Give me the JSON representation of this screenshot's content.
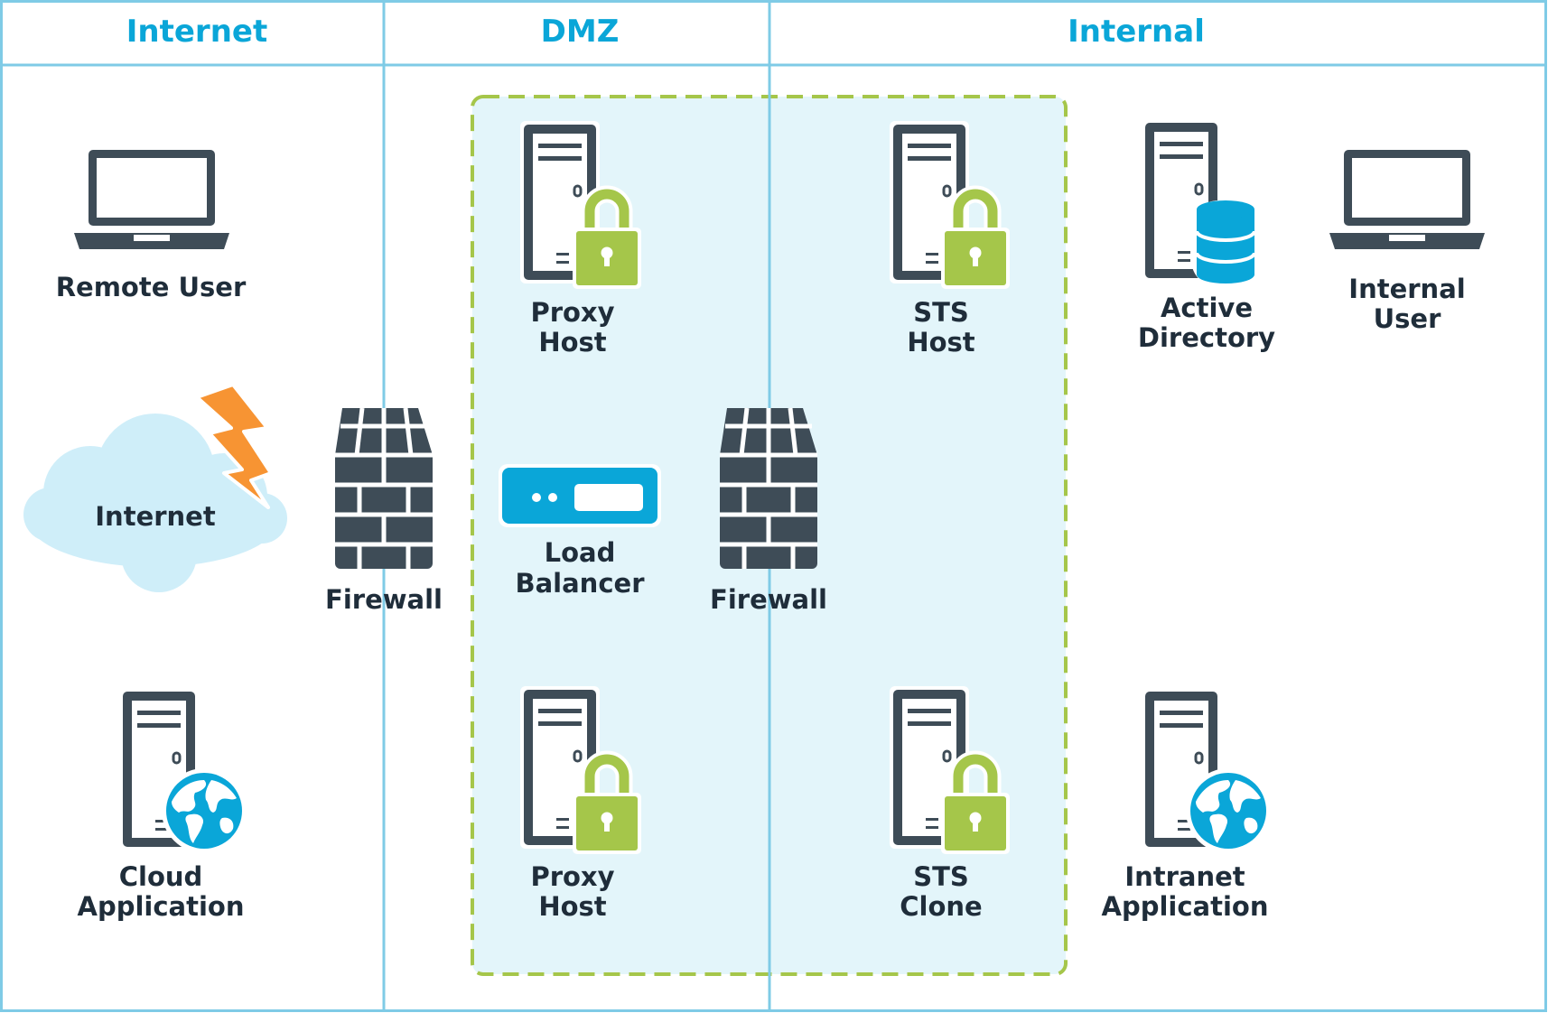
{
  "zones": [
    {
      "title": "Internet"
    },
    {
      "title": "DMZ"
    },
    {
      "title": "Internal"
    }
  ],
  "nodes": {
    "remote_user": {
      "label": [
        "Remote User"
      ],
      "icon": "laptop-icon"
    },
    "internet_cloud": {
      "label": [
        "Internet"
      ],
      "icon": "cloud-icon"
    },
    "cloud_app": {
      "label": [
        "Cloud",
        "Application"
      ],
      "icon": "server-globe-icon"
    },
    "firewall_1": {
      "label": [
        "Firewall"
      ],
      "icon": "firewall-icon"
    },
    "proxy_host_1": {
      "label": [
        "Proxy",
        "Host"
      ],
      "icon": "server-lock-icon"
    },
    "load_balancer": {
      "label": [
        "Load",
        "Balancer"
      ],
      "icon": "load-balancer-icon"
    },
    "proxy_host_2": {
      "label": [
        "Proxy",
        "Host"
      ],
      "icon": "server-lock-icon"
    },
    "firewall_2": {
      "label": [
        "Firewall"
      ],
      "icon": "firewall-icon"
    },
    "sts_host": {
      "label": [
        "STS",
        "Host"
      ],
      "icon": "server-lock-icon"
    },
    "sts_clone": {
      "label": [
        "STS",
        "Clone"
      ],
      "icon": "server-lock-icon"
    },
    "active_directory": {
      "label": [
        "Active",
        "Directory"
      ],
      "icon": "server-database-icon"
    },
    "internal_user": {
      "label": [
        "Internal",
        "User"
      ],
      "icon": "laptop-icon"
    },
    "intranet_app": {
      "label": [
        "Intranet",
        "Application"
      ],
      "icon": "server-globe-icon"
    }
  },
  "colors": {
    "zone_border": "#7fcbe6",
    "zone_title": "#0aa6d8",
    "cluster_fill": "#e3f5fa",
    "cluster_border": "#a5c64a",
    "icon_dark": "#3e4c57",
    "lock_green": "#a5c64a",
    "cloud_fill": "#cfeef9",
    "bolt_orange": "#f79433",
    "accent_blue": "#0aa6d8",
    "label_text": "#1f2d3a"
  }
}
